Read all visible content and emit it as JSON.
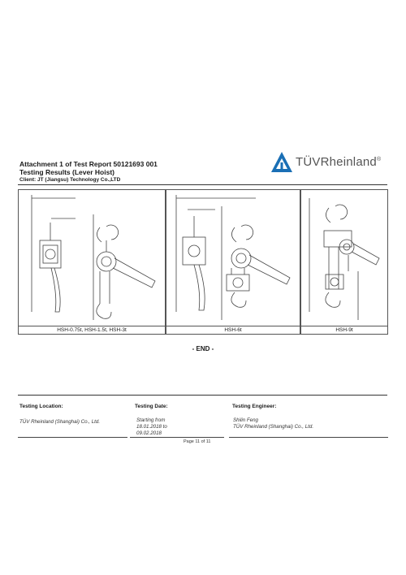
{
  "header": {
    "title": "Attachment 1 of Test Report 50121693 001",
    "subtitle": "Testing Results (Lever Hoist)",
    "client": "Client:  JT (Jiangsu) Technology Co.,LTD"
  },
  "logo": {
    "text": "TÜVRheinland",
    "mark": "®",
    "icon": "tuv-triangle-icon",
    "color": "#1a6fb5"
  },
  "figures": [
    {
      "caption": "HSH-0.75t, HSH-1.5t, HSH-3t"
    },
    {
      "caption": "HSH-6t"
    },
    {
      "caption": "HSH-9t"
    }
  ],
  "end_marker": "- END -",
  "footer": {
    "location": {
      "heading": "Testing Location:",
      "text": "TÜV Rheinland (Shanghai) Co., Ltd."
    },
    "date": {
      "heading": "Testing Date:",
      "lines": [
        "Starting from",
        "18.01.2018 to",
        "09.02.2018"
      ]
    },
    "engineer": {
      "heading": "Testing Engineer:",
      "lines": [
        "Shilin Feng",
        "TÜV Rheinland (Shanghai) Co., Ltd."
      ]
    },
    "page": "Page 11 of 11"
  }
}
